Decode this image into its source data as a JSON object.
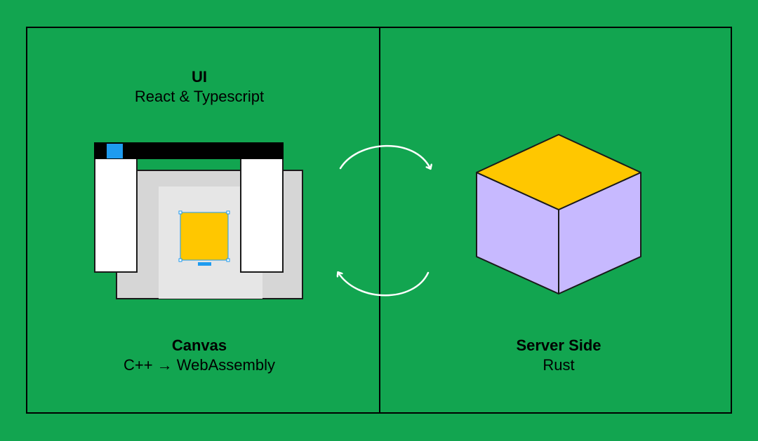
{
  "colors": {
    "background": "#12a550",
    "cube_top": "#ffc700",
    "cube_sides": "#c7b9ff",
    "selection": "#1e9bf0"
  },
  "ui": {
    "title": "UI",
    "subtitle": "React & Typescript"
  },
  "canvas": {
    "title": "Canvas",
    "subtitle": "C++ → WebAssembly"
  },
  "server": {
    "title": "Server Side",
    "subtitle": "Rust"
  },
  "icons": [
    "browser-window-illustration",
    "sync-arrows-icon",
    "cube-icon"
  ]
}
